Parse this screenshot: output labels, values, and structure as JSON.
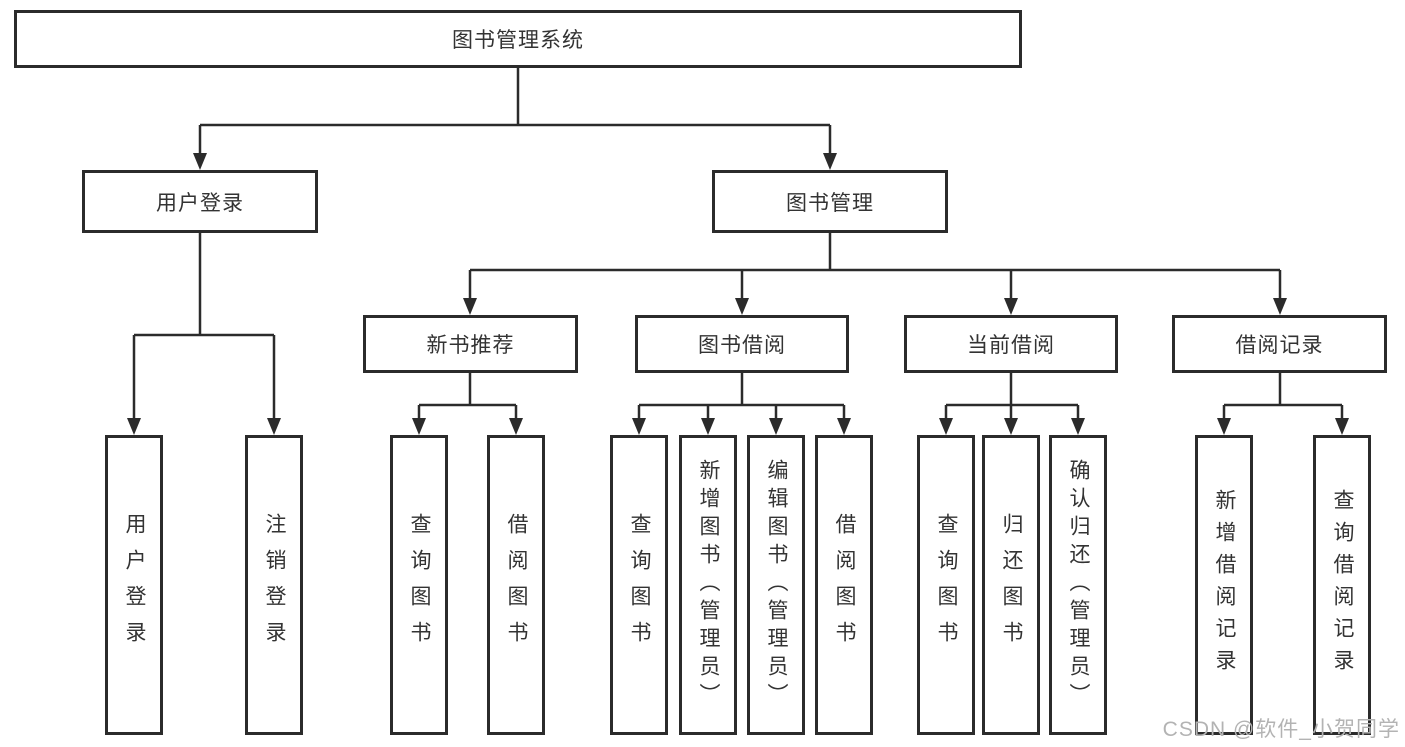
{
  "diagram": {
    "root": {
      "label": "图书管理系统"
    },
    "user_login": {
      "label": "用户登录",
      "children": [
        {
          "label": "用户登录"
        },
        {
          "label": "注销登录"
        }
      ]
    },
    "book_management": {
      "label": "图书管理",
      "sections": [
        {
          "label": "新书推荐",
          "children": [
            {
              "label": "查询图书"
            },
            {
              "label": "借阅图书"
            }
          ]
        },
        {
          "label": "图书借阅",
          "children": [
            {
              "label": "查询图书"
            },
            {
              "label": "新增图书（管理员）"
            },
            {
              "label": "编辑图书（管理员）"
            },
            {
              "label": "借阅图书"
            }
          ]
        },
        {
          "label": "当前借阅",
          "children": [
            {
              "label": "查询图书"
            },
            {
              "label": "归还图书"
            },
            {
              "label": "确认归还（管理员）"
            }
          ]
        },
        {
          "label": "借阅记录",
          "children": [
            {
              "label": "新增借阅记录"
            },
            {
              "label": "查询借阅记录"
            }
          ]
        }
      ]
    }
  },
  "watermark": {
    "text": "CSDN @软件_小贺同学",
    "color": "#b3b3b3"
  },
  "colors": {
    "line": "#2b2b2b",
    "box_border": "#2b2b2b",
    "text": "#333333",
    "watermark": "#b3b3b3",
    "background": "#ffffff"
  }
}
